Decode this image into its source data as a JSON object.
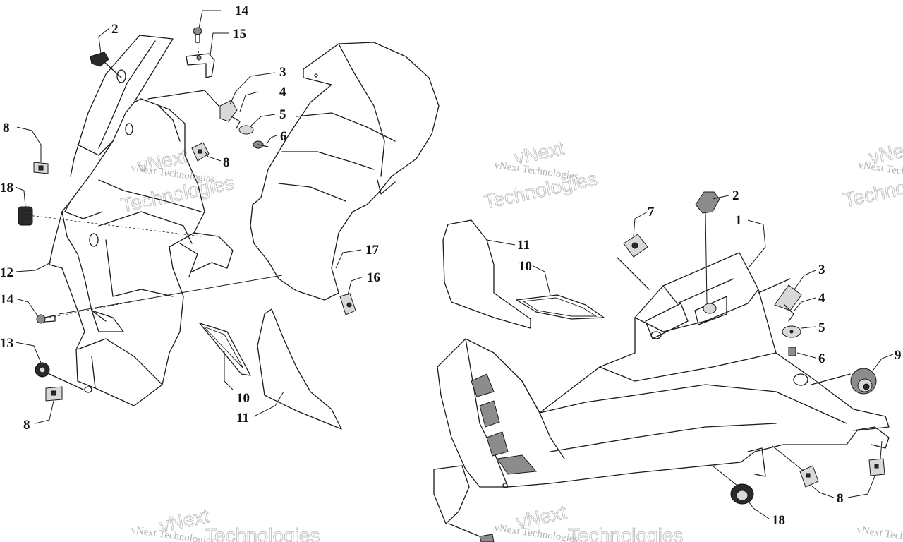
{
  "watermark": {
    "brand_line": "vNext Technologies",
    "word_top": "vNext",
    "word_bottom": "Technologies"
  },
  "callouts": {
    "c1": "1",
    "c2a": "2",
    "c2b": "2",
    "c3a": "3",
    "c3b": "3",
    "c4a": "4",
    "c4b": "4",
    "c5a": "5",
    "c5b": "5",
    "c6a": "6",
    "c6b": "6",
    "c7": "7",
    "c8a": "8",
    "c8b": "8",
    "c8c": "8",
    "c8d": "8",
    "c9": "9",
    "c10a": "10",
    "c10b": "10",
    "c11a": "11",
    "c11b": "11",
    "c12": "12",
    "c13": "13",
    "c14a": "14",
    "c14b": "14",
    "c15": "15",
    "c16": "16",
    "c17": "17",
    "c18a": "18",
    "c18b": "18"
  }
}
